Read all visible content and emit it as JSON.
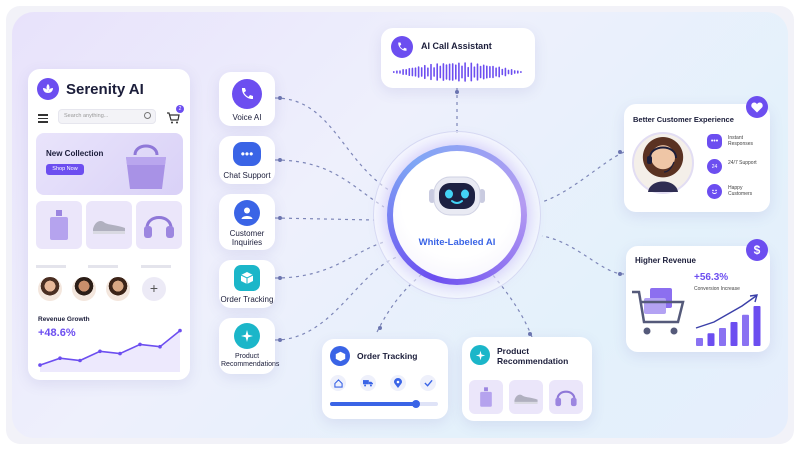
{
  "app": {
    "title": "Serenity AI",
    "search_placeholder": "Search anything...",
    "cart_count": "2",
    "banner_title": "New Collection",
    "banner_button": "Shop Now",
    "revenue_label": "Revenue Growth",
    "revenue_value": "+48.6%",
    "add_label": "+"
  },
  "channels": [
    {
      "label": "Voice AI",
      "icon": "phone-icon"
    },
    {
      "label": "Chat Support",
      "icon": "chat-bubble-icon"
    },
    {
      "label": "Customer Inquiries",
      "icon": "user-icon"
    },
    {
      "label": "Order Tracking",
      "icon": "box-icon"
    },
    {
      "label": "Product Recommendations",
      "icon": "sparkle-icon"
    }
  ],
  "call_assistant": {
    "title": "AI Call Assistant"
  },
  "hub": {
    "label": "White-Labeled AI"
  },
  "experience": {
    "title": "Better Customer Experience",
    "items": [
      "Instant Responses",
      "24/7 Support",
      "Happy Customers"
    ],
    "clock_text": "24"
  },
  "revenue": {
    "title": "Higher Revenue",
    "value": "+56.3%",
    "caption": "Conversion Increase",
    "badge": "$",
    "bars": [
      0.2,
      0.32,
      0.45,
      0.6,
      0.78,
      1.0
    ]
  },
  "order_tracking": {
    "title": "Order Tracking",
    "progress": 0.8
  },
  "recommendation": {
    "title_line1": "Product",
    "title_line2": "Recommendation"
  },
  "revenue_growth_points": [
    0.15,
    0.3,
    0.25,
    0.45,
    0.4,
    0.6,
    0.55,
    0.9
  ],
  "colors": {
    "accent": "#6c4ef0",
    "blue": "#3a64e6",
    "teal": "#1bb6c9",
    "dark": "#1b1d3a"
  }
}
